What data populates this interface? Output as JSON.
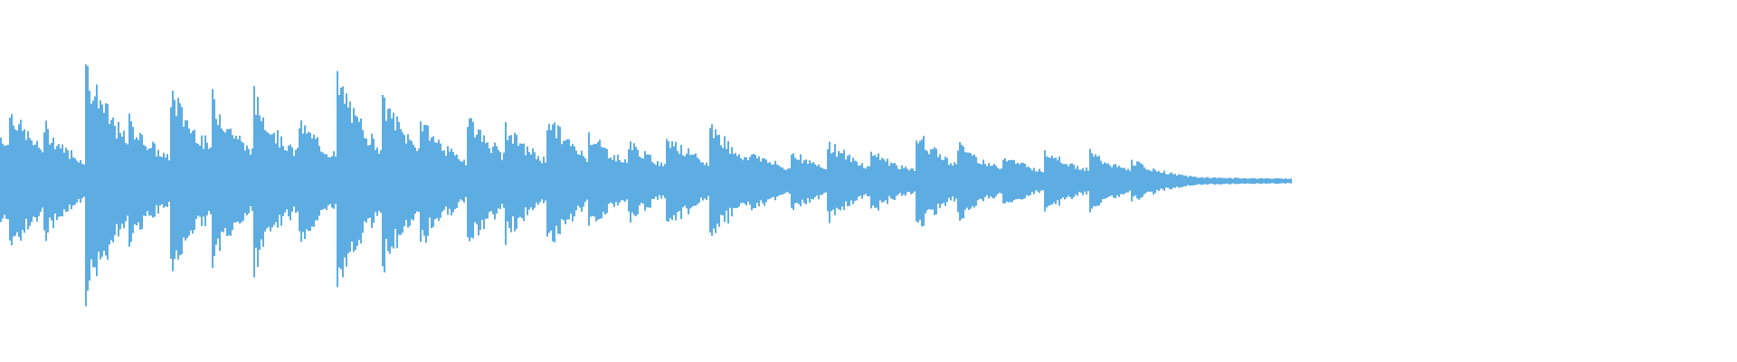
{
  "chart_data": {
    "type": "area",
    "title": "",
    "xlabel": "",
    "ylabel": "",
    "grid": false,
    "legend": "none",
    "color": "#5dade2",
    "background": "#ffffff",
    "amplitude_range": [
      -1,
      1
    ],
    "time_range": [
      0,
      1
    ],
    "audio_end": 0.743,
    "onsets": [
      {
        "time": 0.0,
        "peak": 0.25
      },
      {
        "time": 0.005,
        "peak": 0.4
      },
      {
        "time": 0.024,
        "peak": 0.31
      },
      {
        "time": 0.048,
        "peak": 0.66
      },
      {
        "time": 0.073,
        "peak": 0.35
      },
      {
        "time": 0.097,
        "peak": 0.52
      },
      {
        "time": 0.121,
        "peak": 0.47
      },
      {
        "time": 0.145,
        "peak": 0.47
      },
      {
        "time": 0.171,
        "peak": 0.35
      },
      {
        "time": 0.193,
        "peak": 0.57
      },
      {
        "time": 0.219,
        "peak": 0.47
      },
      {
        "time": 0.241,
        "peak": 0.35
      },
      {
        "time": 0.268,
        "peak": 0.37
      },
      {
        "time": 0.29,
        "peak": 0.31
      },
      {
        "time": 0.314,
        "peak": 0.37
      },
      {
        "time": 0.338,
        "peak": 0.27
      },
      {
        "time": 0.361,
        "peak": 0.22
      },
      {
        "time": 0.383,
        "peak": 0.27
      },
      {
        "time": 0.408,
        "peak": 0.32
      },
      {
        "time": 0.432,
        "peak": 0.17
      },
      {
        "time": 0.455,
        "peak": 0.17
      },
      {
        "time": 0.476,
        "peak": 0.22
      },
      {
        "time": 0.501,
        "peak": 0.17
      },
      {
        "time": 0.527,
        "peak": 0.26
      },
      {
        "time": 0.551,
        "peak": 0.21
      },
      {
        "time": 0.577,
        "peak": 0.15
      },
      {
        "time": 0.601,
        "peak": 0.18
      },
      {
        "time": 0.627,
        "peak": 0.16
      },
      {
        "time": 0.651,
        "peak": 0.11
      }
    ]
  }
}
